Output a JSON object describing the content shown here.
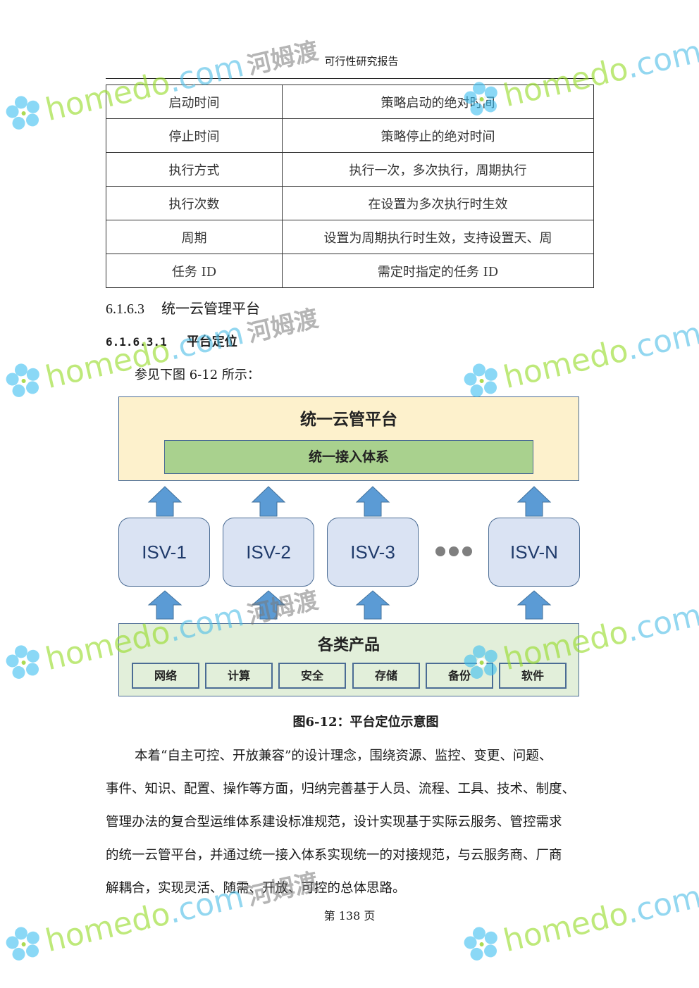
{
  "header": {
    "title": "可行性研究报告"
  },
  "table": {
    "rows": [
      [
        "启动时间",
        "策略启动的绝对时间"
      ],
      [
        "停止时间",
        "策略停止的绝对时间"
      ],
      [
        "执行方式",
        "执行一次，多次执行，周期执行"
      ],
      [
        "执行次数",
        "在设置为多次执行时生效"
      ],
      [
        "周期",
        "设置为周期执行时生效，支持设置天、周"
      ],
      [
        "任务 ID",
        "需定时指定的任务 ID"
      ]
    ]
  },
  "section": {
    "number": "6.1.6.3",
    "title": "统一云管理平台"
  },
  "subsection": {
    "number": "6.1.6.3.1",
    "title": "平台定位"
  },
  "intro": "参见下图 6-12 所示：",
  "diagram": {
    "top_title": "统一云管平台",
    "access_title": "统一接入体系",
    "isv": [
      "ISV-1",
      "ISV-2",
      "ISV-3",
      "ISV-N"
    ],
    "bottom_title": "各类产品",
    "categories": [
      "网络",
      "计算",
      "安全",
      "存储",
      "备份",
      "软件"
    ],
    "colors": {
      "top": "#fdf1cc",
      "access": "#a9d18e",
      "isv": "#dae3f3",
      "bottom": "#e2efda",
      "arrow": "#5b9bd5",
      "border": "#4b6c94"
    }
  },
  "caption": "图6-12：平台定位示意图",
  "paragraph": [
    "本着“自主可控、开放兼容”的设计理念，围绕资源、监控、变更、问题、",
    "事件、知识、配置、操作等方面，归纳完善基于人员、流程、工具、技术、制度、",
    "管理办法的复合型运维体系建设标准规范，设计实现基于实际云服务、管控需求",
    "的统一云管平台，并通过统一接入体系实现统一的对接规范，与云服务商、厂商",
    "解耦合，实现灵活、随需、开放、可控的总体思路。"
  ],
  "footer": "第 138 页",
  "watermark": {
    "latin": "homedo",
    "dotcom": ".com",
    "cn": "河姆渡"
  }
}
